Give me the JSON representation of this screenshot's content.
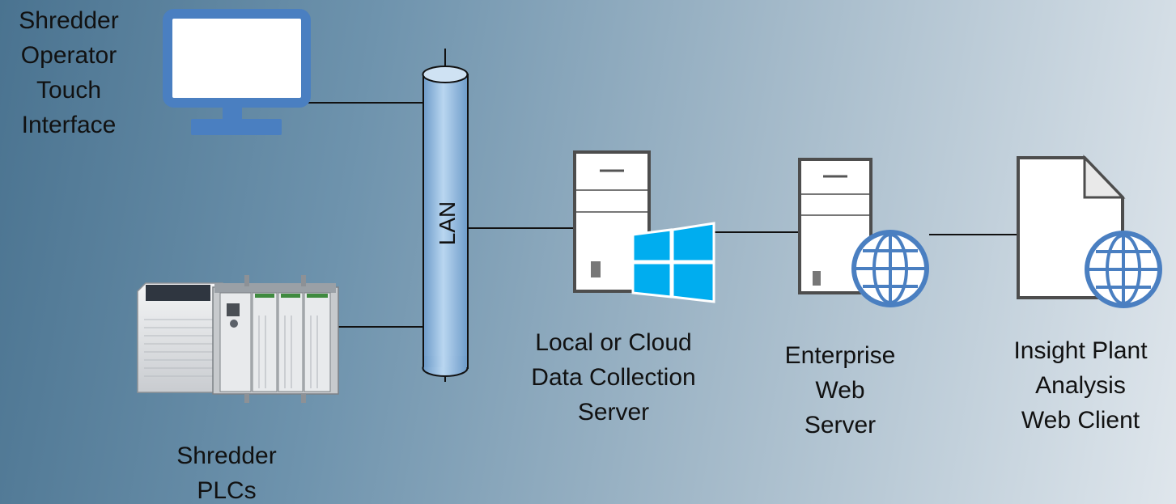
{
  "nodes": {
    "operator": {
      "lines": [
        "Shredder",
        "Operator",
        "Touch",
        "Interface"
      ]
    },
    "plcs": {
      "lines": [
        "Shredder",
        "PLCs"
      ]
    },
    "lan": {
      "label": "LAN"
    },
    "data_server": {
      "lines": [
        "Local or Cloud",
        "Data Collection",
        "Server"
      ]
    },
    "web_server": {
      "lines": [
        "Enterprise",
        "Web",
        "Server"
      ]
    },
    "web_client": {
      "lines": [
        "Insight Plant",
        "Analysis",
        "Web Client"
      ]
    }
  },
  "colors": {
    "monitor": "#4a7fc1",
    "windows_logo": "#00adef",
    "globe": "#4a7fc1",
    "lan_pipe": "#9dc3e6",
    "connector": "#111111"
  },
  "icons": {
    "operator": "monitor-icon",
    "plcs": "plc-rack-icon",
    "data_server": "server-windows-icon",
    "web_server": "server-globe-icon",
    "web_client": "document-globe-icon"
  }
}
